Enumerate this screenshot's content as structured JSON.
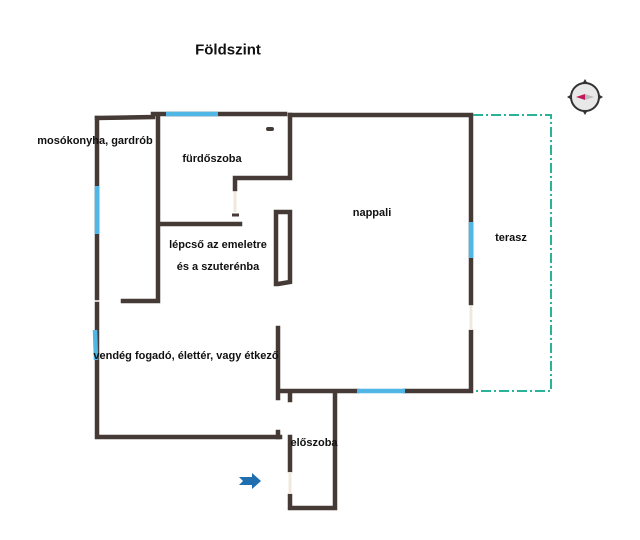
{
  "title": "Földszint",
  "rooms": {
    "laundry": "mosókonyha, gardrób",
    "bathroom": "fürdőszoba",
    "living": "nappali",
    "terrace": "terasz",
    "stairs_line1": "lépcső az emeletre",
    "stairs_line2": "és a szuterénba",
    "dining": "vendég fogadó, élettér, vagy étkező",
    "hall": "előszoba"
  },
  "colors": {
    "wall": "#453a36",
    "window": "#4fb6e6",
    "terrace": "#2bb39a",
    "arrow": "#1f6fb0"
  }
}
